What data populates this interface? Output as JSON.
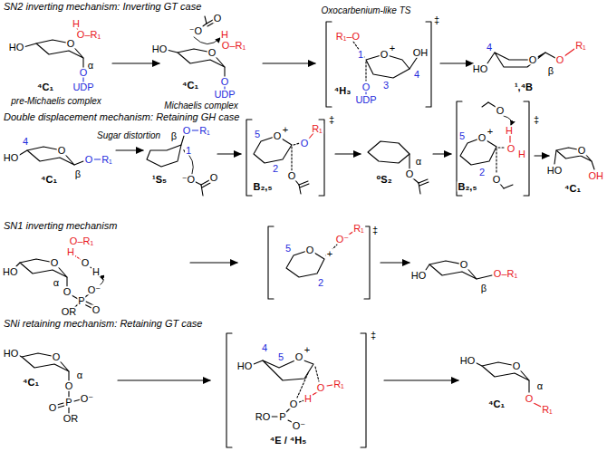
{
  "diagram": {
    "labels": [
      "SN2 inverting mechanism: Inverting GT case",
      "H",
      "O–R₁",
      "HO",
      "O",
      "α",
      "O",
      "UDP",
      "⁴C₁",
      "pre-Michaelis complex",
      "O",
      "⁻O",
      "H",
      "O–R₁",
      "HO",
      "O",
      "⁴C₁",
      "O",
      "UDP",
      "Michaelis complex",
      "Oxocarbenium-like TS",
      "‡",
      "R₁–O",
      "1",
      "O",
      "+",
      "4",
      "OH",
      "3",
      "O",
      "UDP",
      "⁴H₃",
      "4",
      "HO",
      "O",
      "O",
      "R₁",
      "β",
      "¹,⁴B",
      "Double displacement mechanism: Retaining GH case",
      "4",
      "HO",
      "O",
      "β",
      "O",
      "R₁",
      "⁴C₁",
      "Sugar distortion",
      "O",
      "R₁",
      "β",
      "1",
      "¹S₅",
      "⁻O",
      "O",
      "5",
      "O",
      "+",
      "O",
      "R₁",
      "2",
      "O",
      "B₂,₅",
      "‡",
      "α",
      "O",
      "⁰S₂",
      "O",
      "H",
      "5",
      "O",
      "+",
      "O",
      "H",
      "2",
      "O",
      "B₂,₅",
      "‡",
      "HO",
      "O",
      "OH",
      "⁴C₁",
      "SN1 inverting mechanism",
      "O–R₁",
      "H",
      "O",
      "H",
      "HO",
      "O",
      "α",
      "O",
      "P",
      "O⁻",
      "O",
      "OR",
      "5",
      "O",
      "+",
      "O⁻",
      "R₁",
      "2",
      "‡",
      "HO",
      "O",
      "β",
      "O–R₁",
      "SNi retaining mechanism: Retaining GT case",
      "HO",
      "O",
      "α",
      "O",
      "P",
      "O⁻",
      "O",
      "OR",
      "⁴C₁",
      "‡",
      "4",
      "HO",
      "5",
      "O",
      "+",
      "O",
      "R₁",
      "H",
      "O",
      "P",
      "O⁻",
      "RO",
      "⁴E / ⁴H₅",
      "HO",
      "O",
      "α",
      "O",
      "R₁",
      "⁴C₁"
    ]
  }
}
